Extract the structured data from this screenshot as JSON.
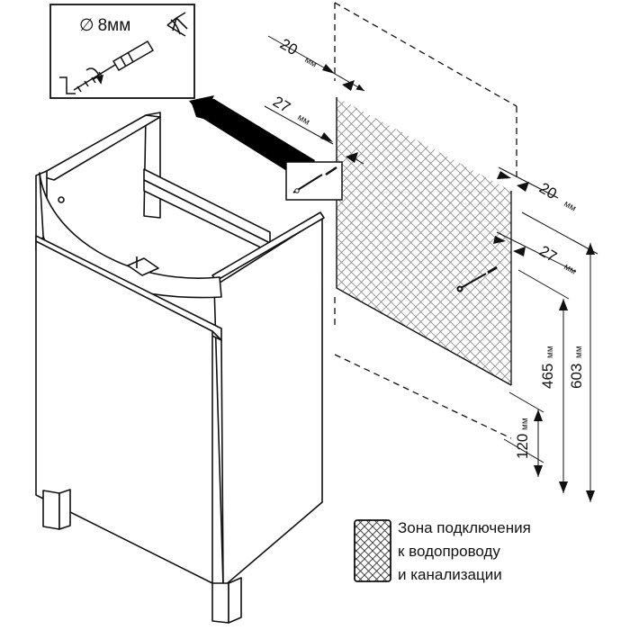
{
  "inset": {
    "hole_symbol": "∅",
    "hole_value": "8мм"
  },
  "dimensions": {
    "top_left_offset": "20",
    "top_left_offset_unit": "мм",
    "top_left_fixing": "27",
    "top_left_fixing_unit": "мм",
    "right_offset": "20",
    "right_offset_unit": "мм",
    "right_fixing": "27",
    "right_fixing_unit": "мм",
    "height_465": "465",
    "height_465_unit": "мм",
    "height_603": "603",
    "height_603_unit": "мм",
    "height_120": "120",
    "height_120_unit": "мм"
  },
  "legend": {
    "line1": "Зона подключения",
    "line2": "к водопроводу",
    "line3": "и канализации"
  },
  "colors": {
    "line": "#111111",
    "cabinet_fill": "#ffffff",
    "arrow_fill": "#000000",
    "grid": "#777777"
  },
  "icons": {
    "screw": "screw-icon",
    "dowel": "dowel-icon",
    "drill_bit": "drill-bit-icon",
    "pointer_arrow": "pointer-arrow-icon"
  }
}
